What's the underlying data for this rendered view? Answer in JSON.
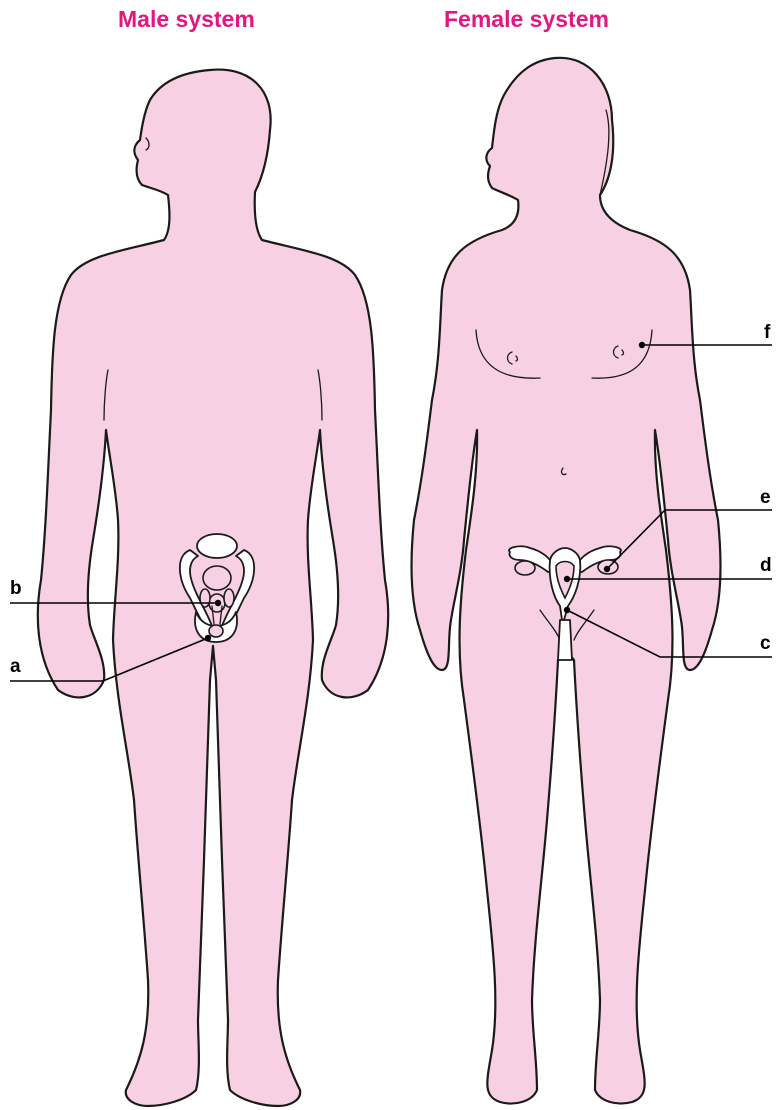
{
  "titles": {
    "male": "Male system",
    "female": "Female system"
  },
  "labels": {
    "a": "a",
    "b": "b",
    "c": "c",
    "d": "d",
    "e": "e",
    "f": "f"
  },
  "colors": {
    "title": "#e3177f",
    "skin": "#f7d0e3",
    "outline": "#1a1a1a"
  }
}
